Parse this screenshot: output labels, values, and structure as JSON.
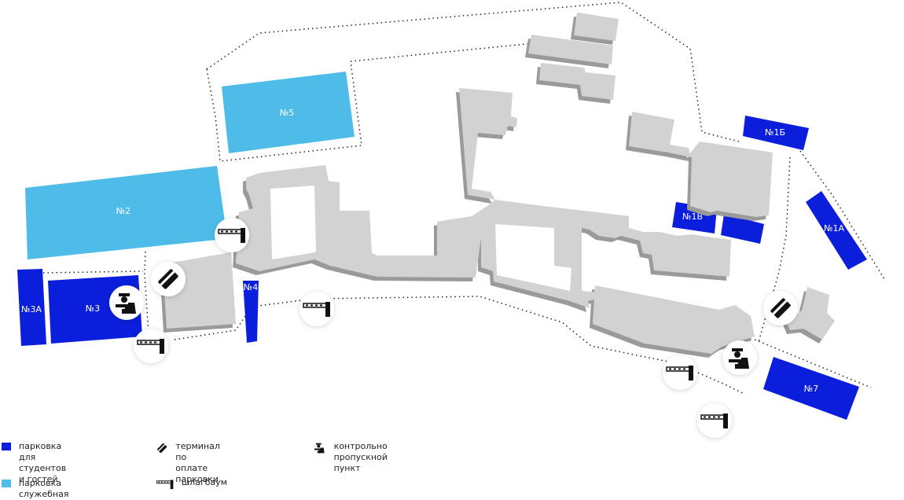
{
  "colors": {
    "student_parking": "#0a1edc",
    "service_parking": "#4ebbe9",
    "building": "#d2d2d2",
    "building_shadow": "#9a9a9a",
    "boundary": "#222222"
  },
  "lots": {
    "n1a": "№1А",
    "n1b": "№1Б",
    "n1v": "№1В",
    "n2": "№2",
    "n3": "№3",
    "n3a": "№3А",
    "n4": "№4",
    "n5": "№5",
    "n7": "№7"
  },
  "legend": {
    "student_parking": "парковка для\nстудентов и гостей",
    "service_parking": "парковка служебная",
    "terminal": "терминал по\nоплате парковки",
    "barrier": "шлагбаум",
    "checkpoint": "контрольно\nпропускной пункт"
  },
  "icons": {
    "barrier": "barrier-icon",
    "terminal": "card-terminal-icon",
    "checkpoint": "guard-checkpoint-icon"
  }
}
